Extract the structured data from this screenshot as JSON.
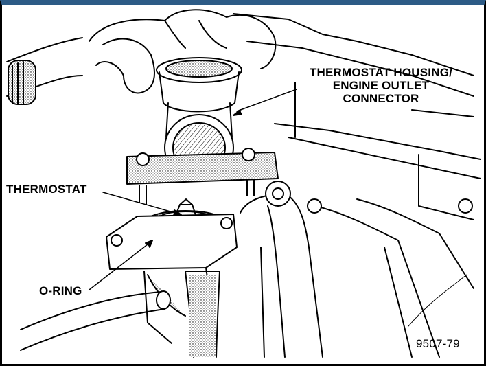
{
  "labels": {
    "housing_line1": "THERMOSTAT HOUSING/",
    "housing_line2": "ENGINE OUTLET",
    "housing_line3": "CONNECTOR",
    "thermostat": "THERMOSTAT",
    "oring": "O-RING",
    "figure_number": "9507-79"
  },
  "colors": {
    "frame_top": "#2d5b86",
    "ink": "#000000",
    "paper": "#ffffff"
  }
}
